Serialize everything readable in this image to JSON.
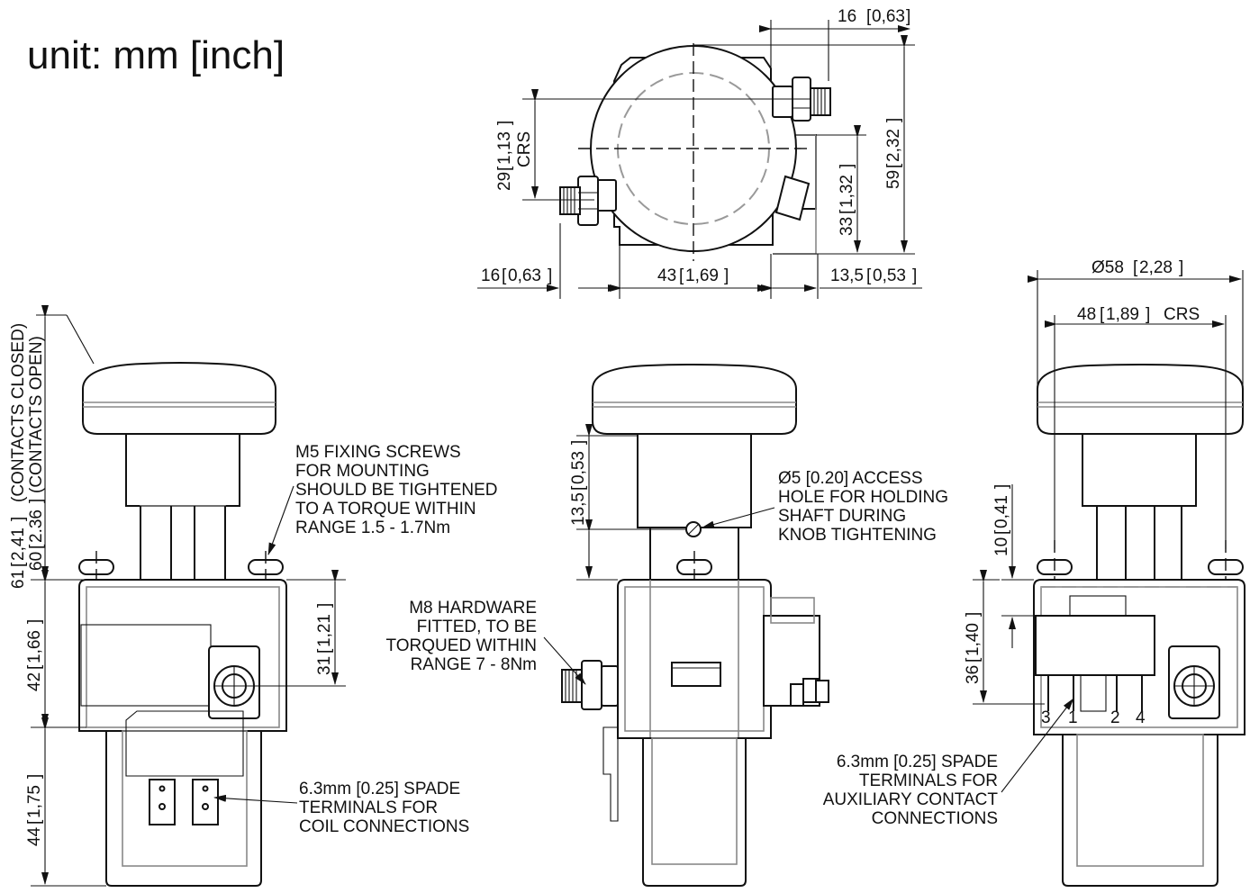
{
  "unit_label": "unit: mm [inch]",
  "top_view": {
    "dim_top_right": {
      "value": "16",
      "inch": "0,63"
    },
    "dim_crs": {
      "value": "29",
      "inch": "1,13",
      "suffix": "CRS"
    },
    "dim_33": {
      "value": "33",
      "inch": "1,32"
    },
    "dim_59": {
      "value": "59",
      "inch": "2,32"
    },
    "dim_bottom_left": {
      "value": "16",
      "inch": "0,63"
    },
    "dim_43": {
      "value": "43",
      "inch": "1,69"
    },
    "dim_13_5": {
      "value": "13,5",
      "inch": "0,53"
    }
  },
  "front_view": {
    "dim_61": {
      "value": "61",
      "inch": "2,41",
      "note": "(CONTACTS CLOSED)"
    },
    "dim_60": {
      "value": "60",
      "inch": "2.36",
      "note": "(CONTACTS OPEN)"
    },
    "dim_42": {
      "value": "42",
      "inch": "1,66"
    },
    "dim_44": {
      "value": "44",
      "inch": "1,75"
    },
    "dim_31": {
      "value": "31",
      "inch": "1,21"
    },
    "note_screws": [
      "M5 FIXING SCREWS",
      "FOR MOUNTING",
      "SHOULD BE TIGHTENED",
      "TO A TORQUE WITHIN",
      "RANGE 1.5 - 1.7Nm"
    ],
    "note_coil": [
      "6.3mm [0.25] SPADE",
      "TERMINALS FOR",
      "COIL CONNECTIONS"
    ]
  },
  "side_view": {
    "dim_13_5": {
      "value": "13,5",
      "inch": "0,53"
    },
    "note_access": [
      "Ø5 [0.20] ACCESS",
      "HOLE FOR HOLDING",
      "SHAFT DURING",
      "KNOB TIGHTENING"
    ],
    "note_m8": [
      "M8 HARDWARE",
      "FITTED, TO BE",
      "TORQUED WITHIN",
      "RANGE 7 - 8Nm"
    ]
  },
  "rear_view": {
    "dim_58": {
      "value": "Ø58",
      "inch": "2,28"
    },
    "dim_48": {
      "value": "48",
      "inch": "1,89",
      "suffix": "CRS"
    },
    "dim_10": {
      "value": "10",
      "inch": "0,41"
    },
    "dim_36": {
      "value": "36",
      "inch": "1,40"
    },
    "terminals": [
      "3",
      "1",
      "2",
      "4"
    ],
    "note_aux": [
      "6.3mm [0.25] SPADE",
      "TERMINALS FOR",
      "AUXILIARY CONTACT",
      "CONNECTIONS"
    ]
  }
}
